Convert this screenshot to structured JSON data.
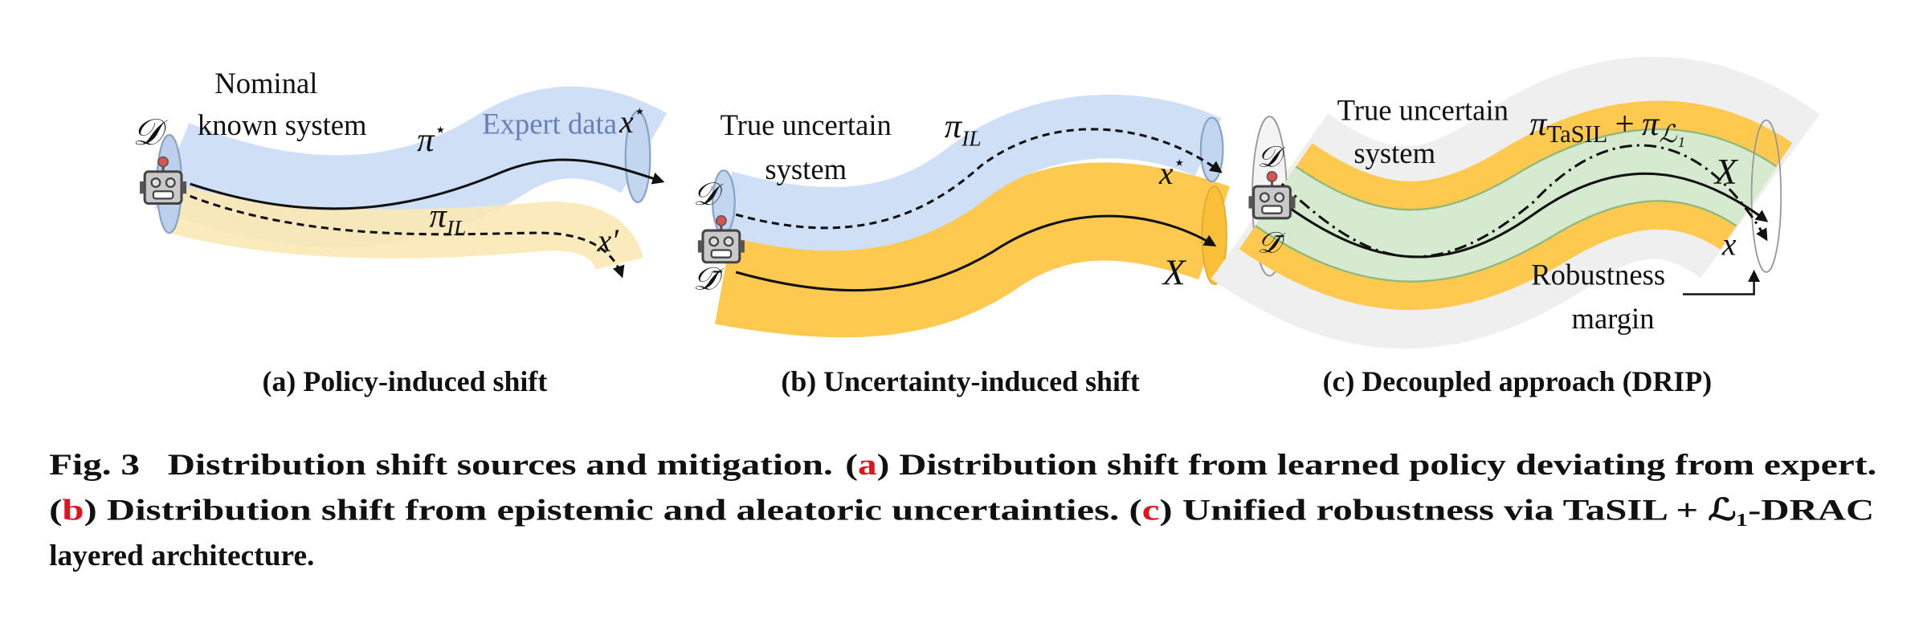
{
  "panel_a": {
    "title_line1": "Nominal",
    "title_line2": "known system",
    "expert_label": "Expert data",
    "pi_star": "π",
    "star": "⋆",
    "pi_il": "π",
    "il_sub": "IL",
    "x_star": "x",
    "x_prime": "x′",
    "D": "𝒟",
    "subcaption": "(a) Policy-induced shift"
  },
  "panel_b": {
    "title_line1": "True uncertain",
    "title_line2": "system",
    "pi_il": "π",
    "il_sub": "IL",
    "x_star": "x",
    "star": "⋆",
    "D": "𝒟",
    "D_bar": "𝒟̄",
    "X": "X",
    "subcaption": "(b) Uncertainty-induced shift"
  },
  "panel_c": {
    "title_line1": "True uncertain",
    "title_line2": "system",
    "pi_tasil": "π",
    "tasil_sub": "TaSIL",
    "plus": "+",
    "pi_l1": "π",
    "l1_sub": "ℒ₁",
    "D": "𝒟",
    "D_bar": "𝒟̄",
    "X": "X",
    "x": "x",
    "margin_line1": "Robustness",
    "margin_line2": "margin",
    "subcaption": "(c) Decoupled approach (DRIP)"
  },
  "caption": {
    "fig": "Fig. 3",
    "title": "Distribution shift sources and mitigation.",
    "a_open": "(",
    "a": "a",
    "a_text": ") Distribution shift from learned policy deviating from expert.",
    "b_open": "(",
    "b": "b",
    "b_text": ") Distribution shift from epistemic and aleatoric uncertainties.",
    "c_open": " (",
    "c": "c",
    "c_text": ") Unified robustness via TaSIL + ℒ₁-DRAC",
    "line3": "layered architecture."
  },
  "colors": {
    "blue_tube": "#cfe0f6",
    "yellow_tube": "#fbe9b5",
    "orange_tube": "#fdc94f",
    "green_tube": "#d6ead0",
    "gray_tube": "#efefef",
    "expert_text": "#6a7fb5",
    "accent_red": "#e0141e"
  }
}
